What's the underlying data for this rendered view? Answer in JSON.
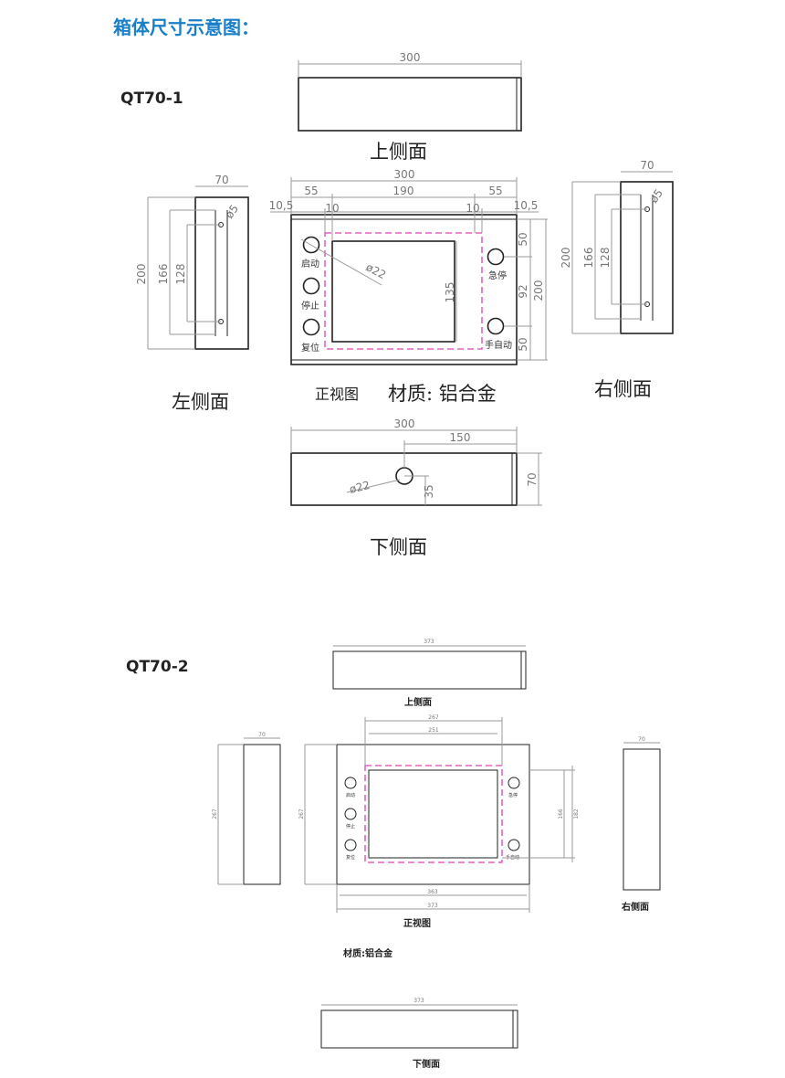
{
  "title": "箱体尺寸示意图：",
  "models": [
    {
      "name": "QT70-1",
      "views": {
        "top": "上侧面",
        "left": "左侧面",
        "front": "正视图",
        "right": "右侧面",
        "bottom": "下侧面"
      },
      "material": "材质: 铝合金",
      "dimensions": {
        "width": "300",
        "depth": "70",
        "height": "200",
        "inner_h1": "166",
        "inner_h2": "128",
        "hole_small": "ø5",
        "hole_button": "ø22",
        "front_margin": "55",
        "front_window": "190",
        "front_inner": "10",
        "front_edge": "10,5",
        "window_height": "135",
        "right_spacing_top": "50",
        "right_spacing_mid": "92",
        "right_spacing_bottom": "50",
        "bottom_hole_offset": "150",
        "bottom_hole_height": "35"
      },
      "buttons": [
        "启动",
        "停止",
        "复位",
        "急停",
        "手自动"
      ]
    },
    {
      "name": "QT70-2",
      "views": {
        "top": "上侧面",
        "front": "正视图",
        "right": "右侧面",
        "bottom": "下侧面"
      },
      "material": "材质:铝合金",
      "dimensions": {
        "width": "373",
        "depth": "70",
        "height": "267",
        "window_outer": "267",
        "window_inner": "251",
        "window_h1": "166",
        "window_h2": "182",
        "inner_width": "363"
      },
      "buttons": [
        "启动",
        "停止",
        "复位",
        "急停",
        "手自动"
      ]
    }
  ],
  "colors": {
    "title": "#1a7fc9",
    "outline": "#222222",
    "dimension": "#9a9a9a",
    "window_dashed": "#e040b0"
  }
}
